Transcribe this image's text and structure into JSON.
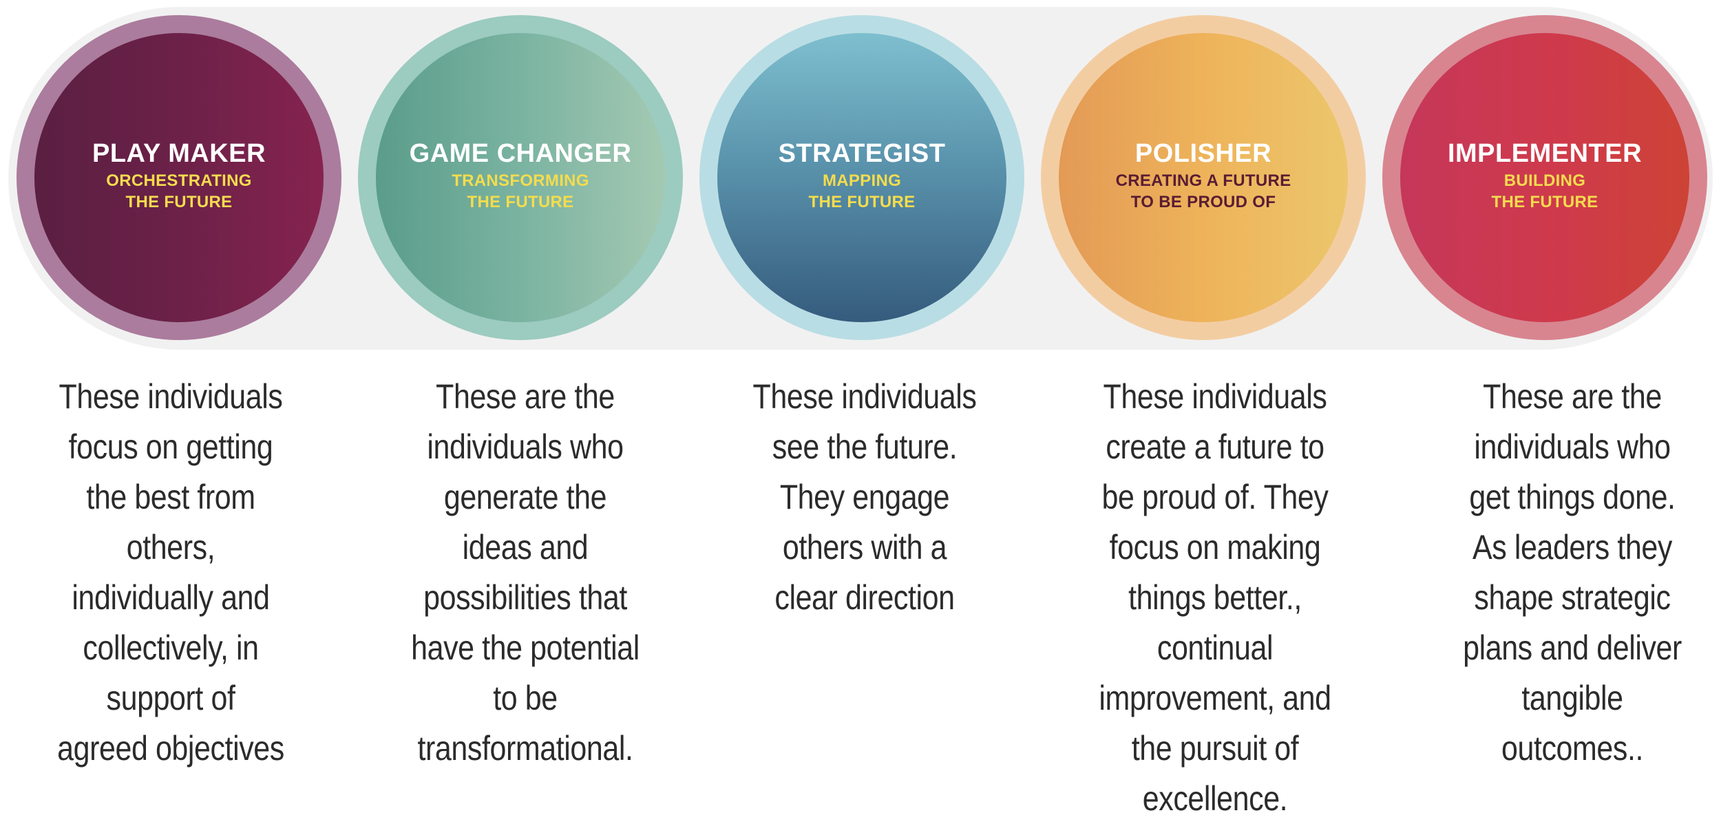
{
  "colors": {
    "band": "#f1f1f1",
    "subtitle_yellow": "#f4dc4e",
    "subtitle_dark": "#5a1c33",
    "text": "#2b2b2b"
  },
  "roles": [
    {
      "title": "PLAY MAKER",
      "subtitle": [
        "ORCHESTRATING",
        "THE FUTURE"
      ],
      "subtitle_color": "#f4dc4e",
      "description": [
        "These individuals",
        "focus on getting",
        "the best from",
        "others,",
        "individually and",
        "collectively, in",
        "support of",
        "agreed objectives"
      ]
    },
    {
      "title": "GAME CHANGER",
      "subtitle": [
        "TRANSFORMING",
        "THE FUTURE"
      ],
      "subtitle_color": "#f4dc4e",
      "description": [
        "These are the",
        "individuals who",
        "generate the",
        "ideas and",
        "possibilities that",
        "have the potential",
        "to be",
        "transformational."
      ]
    },
    {
      "title": "STRATEGIST",
      "subtitle": [
        "MAPPING",
        "THE FUTURE"
      ],
      "subtitle_color": "#f4dc4e",
      "description": [
        "These individuals",
        "see the future.",
        "They engage",
        "others with a",
        "clear direction"
      ]
    },
    {
      "title": "POLISHER",
      "subtitle": [
        "CREATING A FUTURE",
        "TO BE PROUD OF"
      ],
      "subtitle_color": "#5a1c33",
      "description": [
        "These individuals",
        "create a future to",
        "be proud of. They",
        "focus on making",
        "things better.,",
        "continual",
        "improvement, and",
        "the pursuit of",
        "excellence."
      ]
    },
    {
      "title": "IMPLEMENTER",
      "subtitle": [
        "BUILDING",
        "THE FUTURE"
      ],
      "subtitle_color": "#f4dc4e",
      "description": [
        "These are the",
        "individuals who",
        "get things done.",
        "As leaders they",
        "shape strategic",
        "plans and deliver",
        "tangible",
        "outcomes.."
      ]
    }
  ]
}
